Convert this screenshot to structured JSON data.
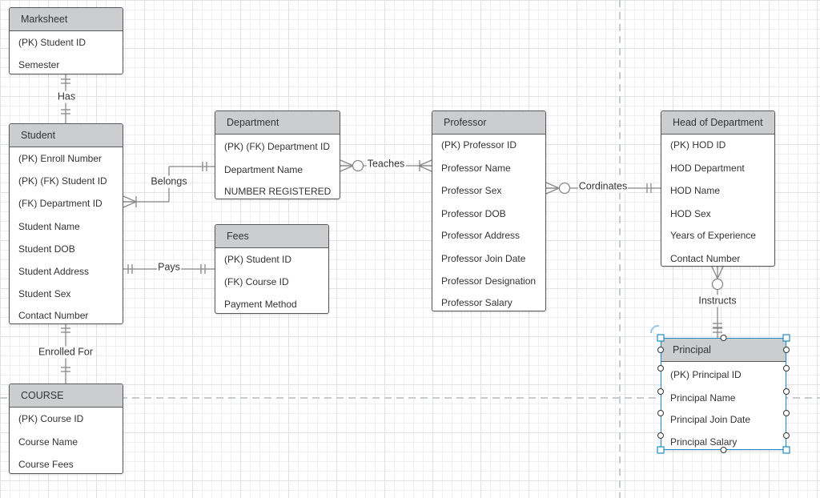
{
  "diagram": {
    "entities": [
      {
        "id": "marksheet",
        "title": "Marksheet",
        "attributes": [
          "(PK)  Student ID",
          "Semester"
        ]
      },
      {
        "id": "student",
        "title": "Student",
        "attributes": [
          "(PK) Enroll Number",
          "(PK) (FK) Student ID",
          "(FK) Department ID",
          "Student Name",
          "Student DOB",
          "Student Address",
          "Student Sex",
          "Contact Number"
        ]
      },
      {
        "id": "course",
        "title": "COURSE",
        "attributes": [
          "(PK) Course ID",
          "Course Name",
          "Course Fees"
        ]
      },
      {
        "id": "department",
        "title": "Department",
        "attributes": [
          "(PK) (FK) Department ID",
          "Department Name",
          "NUMBER REGISTERED"
        ]
      },
      {
        "id": "fees",
        "title": "Fees",
        "attributes": [
          "(PK) Student ID",
          "(FK) Course ID",
          "Payment Method"
        ]
      },
      {
        "id": "professor",
        "title": "Professor",
        "attributes": [
          "(PK) Professor ID",
          "Professor Name",
          "Professor Sex",
          "Professor DOB",
          "Professor Address",
          "Professor Join Date",
          "Professor Designation",
          "Professor Salary"
        ]
      },
      {
        "id": "hod",
        "title": "Head of Department",
        "attributes": [
          "(PK) HOD ID",
          "HOD Department",
          "HOD Name",
          "HOD Sex",
          "Years of Experience",
          "Contact Number"
        ]
      },
      {
        "id": "principal",
        "title": "Principal",
        "attributes": [
          "(PK) Principal ID",
          "Principal Name",
          "Principal Join Date",
          "Principal Salary"
        ],
        "selected": true
      }
    ],
    "relationships": [
      {
        "id": "has",
        "label": "Has",
        "from": "marksheet",
        "to": "student",
        "from_end": "one",
        "to_end": "one"
      },
      {
        "id": "belongs",
        "label": "Belongs",
        "from": "student",
        "to": "department",
        "from_end": "many",
        "to_end": "one"
      },
      {
        "id": "teaches",
        "label": "Teaches",
        "from": "department",
        "to": "professor",
        "from_end": "zero-or-many",
        "to_end": "many"
      },
      {
        "id": "pays",
        "label": "Pays",
        "from": "student",
        "to": "fees",
        "from_end": "one",
        "to_end": "one"
      },
      {
        "id": "cordinates",
        "label": "Cordinates",
        "from": "professor",
        "to": "hod",
        "from_end": "zero-or-many",
        "to_end": "one"
      },
      {
        "id": "enrolled",
        "label": "Enrolled For",
        "from": "student",
        "to": "course",
        "from_end": "one",
        "to_end": "one"
      },
      {
        "id": "instructs",
        "label": "Instructs",
        "from": "hod",
        "to": "principal",
        "from_end": "zero-or-many",
        "to_end": "one"
      }
    ]
  },
  "colors": {
    "header_fill": "#cccdcf",
    "border": "#595959",
    "line": "#888888",
    "selection": "#1f8ac4",
    "text": "#333333"
  }
}
